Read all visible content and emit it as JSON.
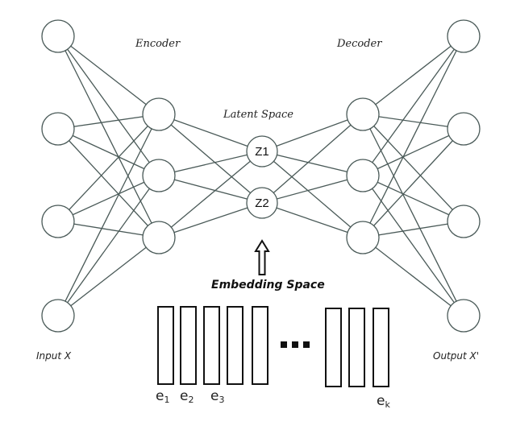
{
  "diagram": {
    "type": "autoencoder",
    "labels": {
      "encoder": "Encoder",
      "decoder": "Decoder",
      "latent": "Latent Space",
      "embedding": "Embedding Space",
      "input": "Input  X",
      "output": "Output  X'"
    },
    "layers": [
      {
        "name": "input",
        "nodes": [
          "",
          "",
          "",
          ""
        ]
      },
      {
        "name": "encoder-hidden",
        "nodes": [
          "",
          "",
          ""
        ]
      },
      {
        "name": "latent",
        "nodes": [
          "Z1",
          "Z2"
        ]
      },
      {
        "name": "decoder-hidden",
        "nodes": [
          "",
          "",
          ""
        ]
      },
      {
        "name": "output",
        "nodes": [
          "",
          "",
          "",
          ""
        ]
      }
    ],
    "connections": "fully-connected between adjacent layers",
    "embedding_vectors": {
      "count_shown_left": 5,
      "count_shown_right": 3,
      "ellipsis": "...",
      "labels": [
        {
          "base": "e",
          "sub": "1"
        },
        {
          "base": "e",
          "sub": "2"
        },
        {
          "base": "e",
          "sub": "3"
        },
        {
          "base": "e",
          "sub": "k"
        }
      ]
    },
    "arrow": "up"
  }
}
